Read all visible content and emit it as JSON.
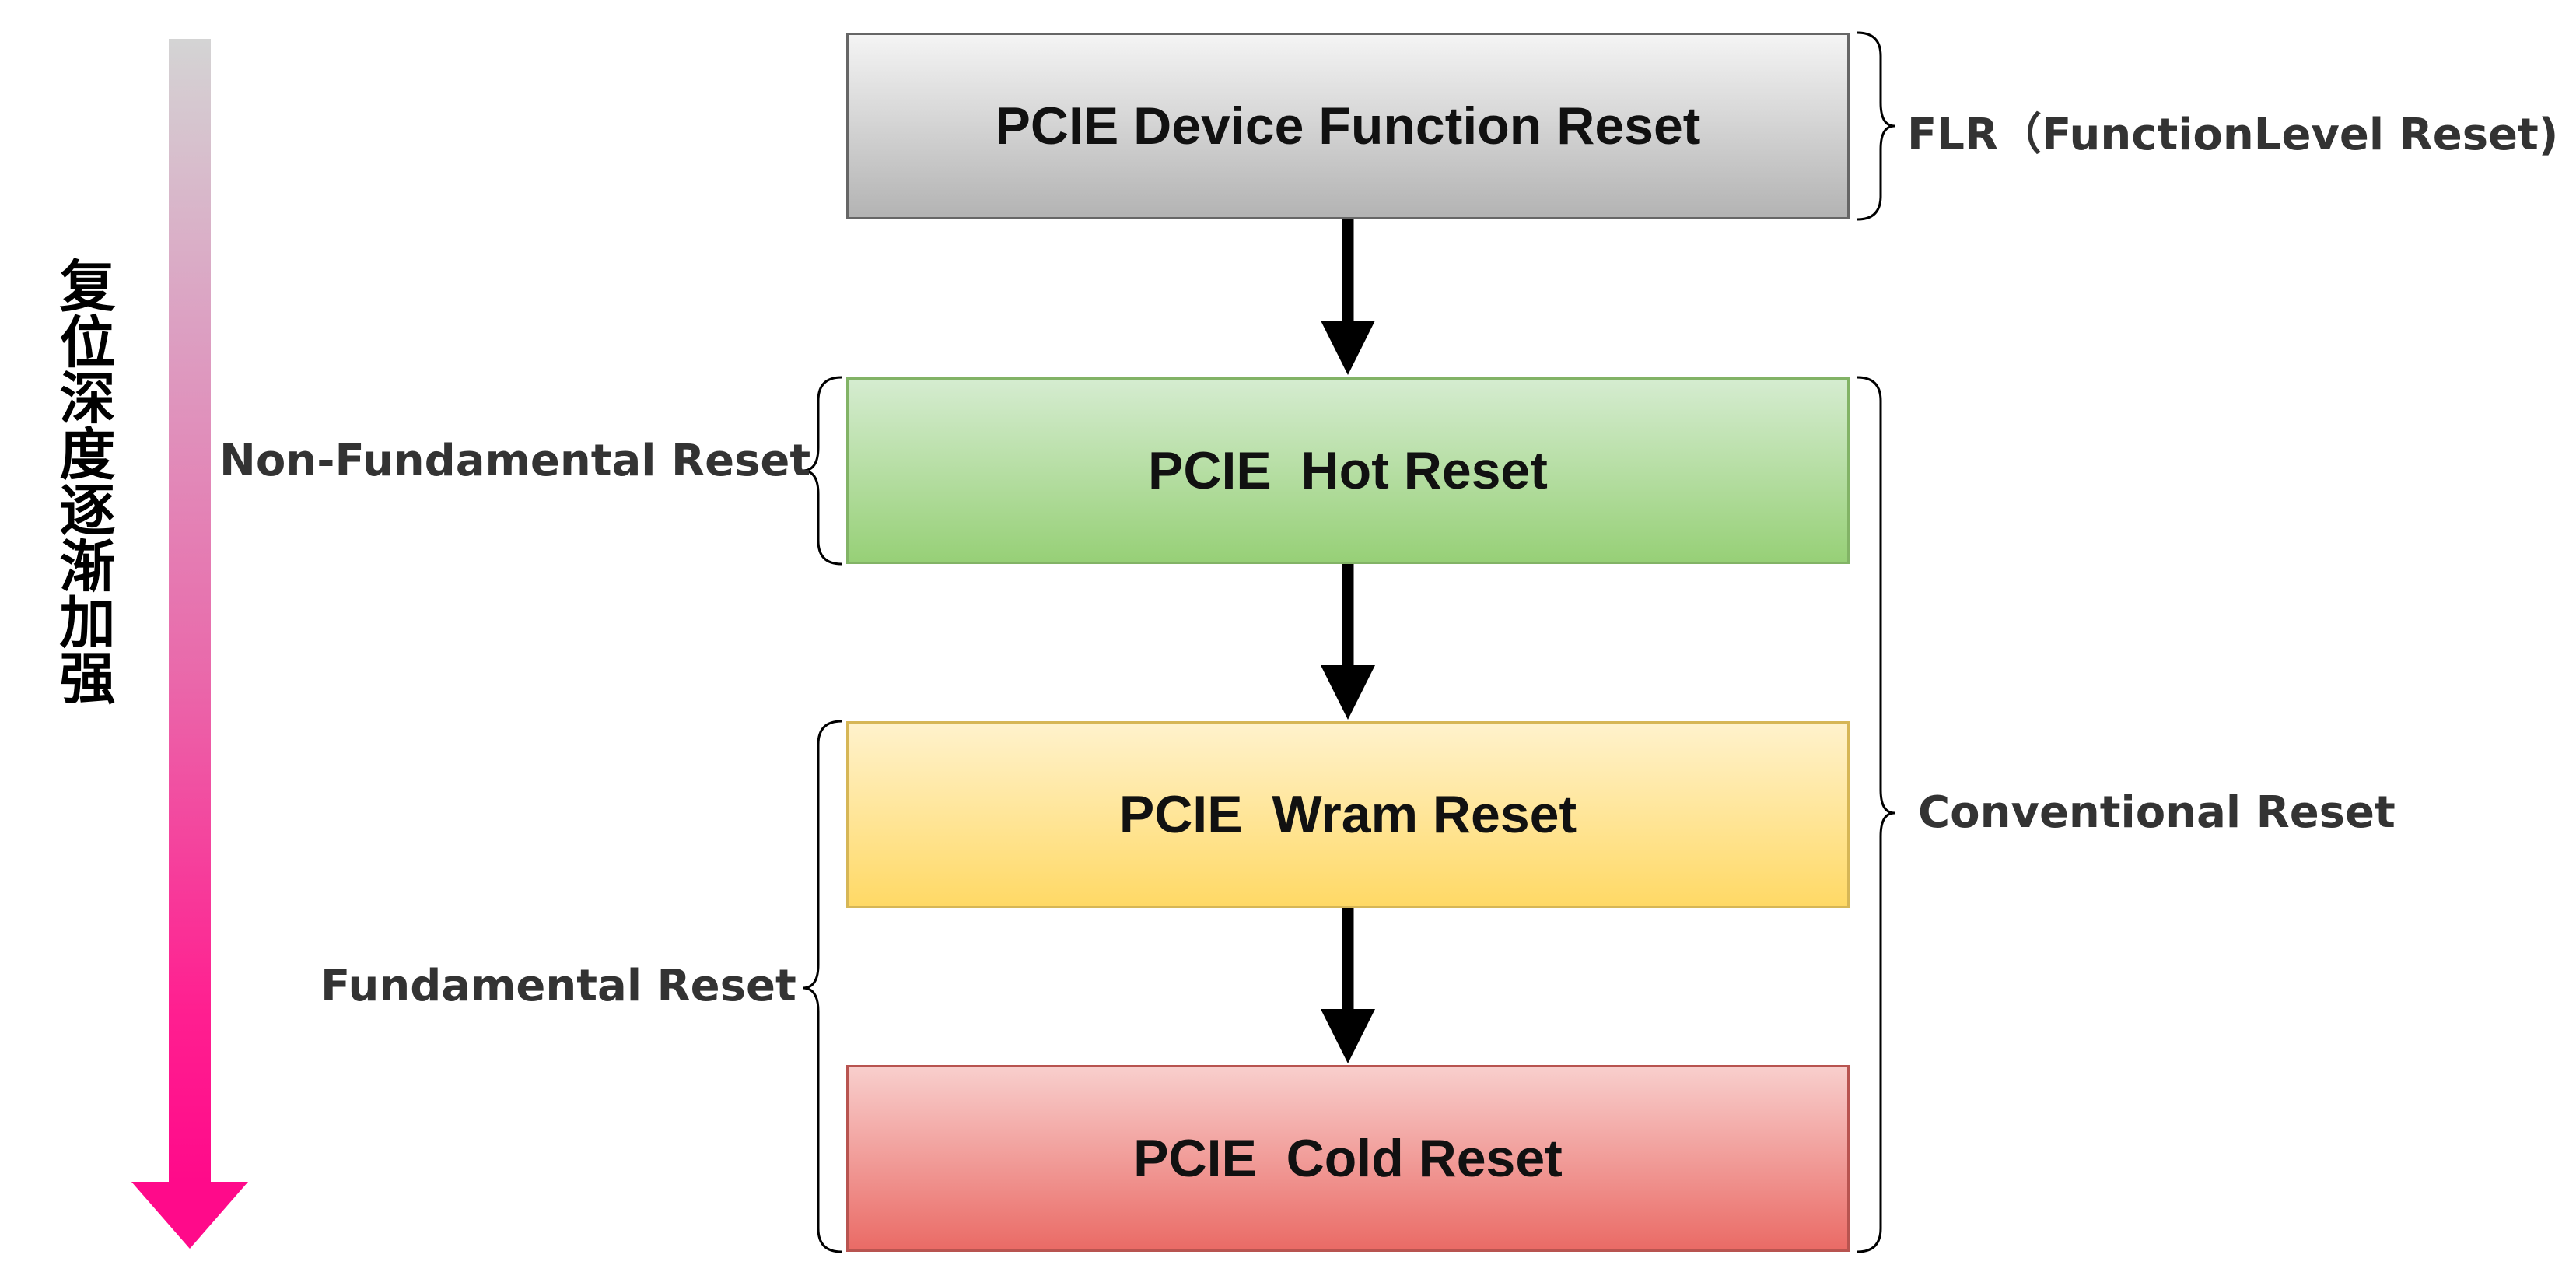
{
  "depth_indicator": {
    "label": "复位深度逐渐加强",
    "gradient_start": "#d4d4d4",
    "gradient_end": "#ff0a8a"
  },
  "boxes": [
    {
      "id": "flr",
      "label": "PCIE Device Function Reset",
      "fill_top": "#f4f4f4",
      "fill_bottom": "#b3b3b3",
      "stroke": "#666666"
    },
    {
      "id": "hot",
      "label": "PCIE  Hot Reset",
      "fill_top": "#d5ecd0",
      "fill_bottom": "#97d077",
      "stroke": "#82b366"
    },
    {
      "id": "warm",
      "label": "PCIE  Wram Reset",
      "fill_top": "#fff2cc",
      "fill_bottom": "#ffd966",
      "stroke": "#d6b656"
    },
    {
      "id": "cold",
      "label": "PCIE  Cold Reset",
      "fill_top": "#f8cecc",
      "fill_bottom": "#ea6b66",
      "stroke": "#b85450"
    }
  ],
  "brackets": {
    "flr": "FLR（FunctionLevel Reset)",
    "conventional": "Conventional Reset",
    "non_fundamental": "Non-Fundamental Reset",
    "fundamental": "Fundamental Reset"
  },
  "connectors": [
    {
      "from": "flr",
      "to": "hot"
    },
    {
      "from": "hot",
      "to": "warm"
    },
    {
      "from": "warm",
      "to": "cold"
    }
  ]
}
